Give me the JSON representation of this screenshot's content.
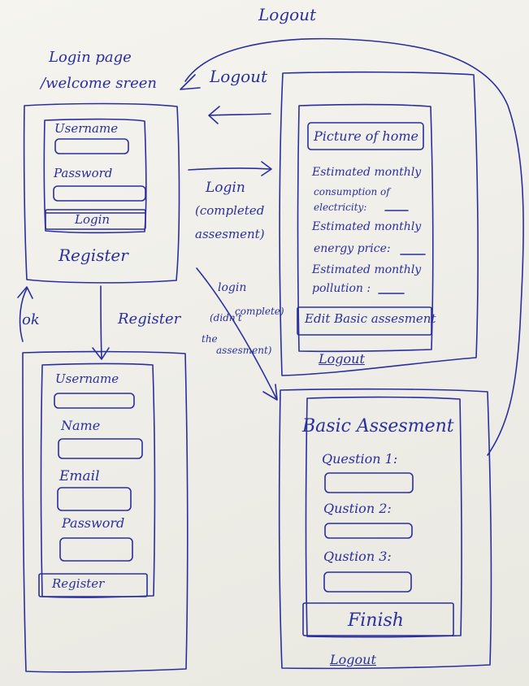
{
  "top_logout": "Logout",
  "login_page": {
    "title_line1": "Login page",
    "title_line2": "/welcome sreen",
    "username_label": "Username",
    "password_label": "Password",
    "login_button": "Login",
    "register_link": "Register"
  },
  "arrows": {
    "logout": "Logout",
    "login_completed_1": "Login",
    "login_completed_2": "(completed",
    "login_completed_3": "assesment)",
    "register": "Register",
    "ok": "ok",
    "login_incomplete": "login",
    "didnt": "(didn't",
    "complete": "complete)",
    "the": "the",
    "assesment": "assesment)"
  },
  "home_page": {
    "picture": "Picture of home",
    "consumption": [
      "Estimated monthly",
      "consumption of",
      "electricity:"
    ],
    "price": [
      "Estimated monthly",
      "energy  price:"
    ],
    "pollution": [
      "Estimated monthly",
      "pollution :"
    ],
    "edit_button": "Edit  Basic assesment",
    "logout": "Logout"
  },
  "register_page": {
    "username_label": "Username",
    "name_label": "Name",
    "email_label": "Email",
    "password_label": "Password",
    "register_button": "Register"
  },
  "assessment_page": {
    "title": "Basic Assesment",
    "q1": "Question 1:",
    "q2": "Qustion 2:",
    "q3": "Qustion 3:",
    "finish_button": "Finish",
    "logout": "Logout"
  }
}
